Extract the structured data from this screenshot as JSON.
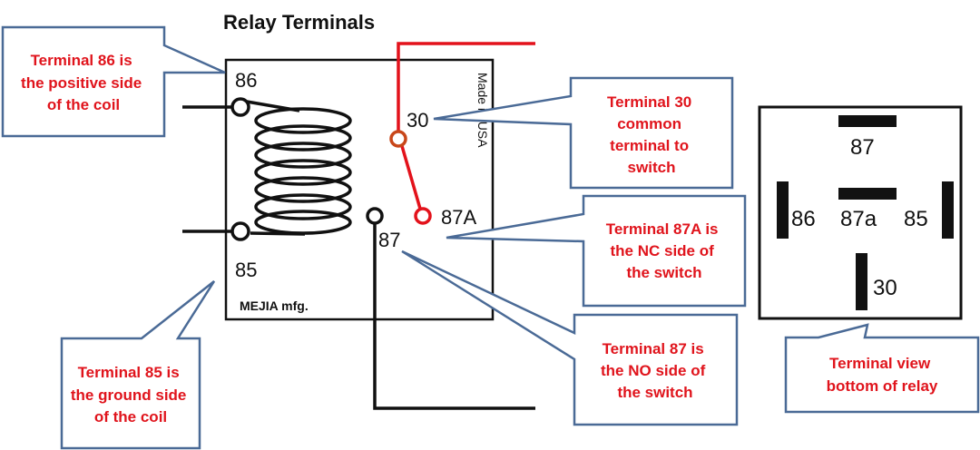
{
  "title": "Relay Terminals",
  "relay": {
    "terminals": {
      "t86": "86",
      "t85": "85",
      "t30": "30",
      "t87": "87",
      "t87a": "87A"
    },
    "manufacturer_label": "MEJIA mfg.",
    "origin_label": "Made in USA",
    "colors": {
      "wire": "#111111",
      "switch_wire": "#e3121b",
      "common_contact": "#c8471a",
      "callout_border": "#4a6a96",
      "callout_text": "#e0141c"
    }
  },
  "callouts": {
    "c86": {
      "lines": [
        "Terminal 86 is",
        "the positive side",
        "of the coil"
      ]
    },
    "c85": {
      "lines": [
        "Terminal 85 is",
        "the ground side",
        "of the coil"
      ]
    },
    "c30": {
      "lines": [
        "Terminal 30",
        "common",
        "terminal to",
        "switch"
      ]
    },
    "c87a": {
      "lines": [
        "Terminal 87A is",
        "the NC side of",
        "the switch"
      ]
    },
    "c87": {
      "lines": [
        "Terminal 87 is",
        "the NO side of",
        "the switch"
      ]
    },
    "cbottom": {
      "lines": [
        "Terminal view",
        "bottom of relay"
      ]
    }
  },
  "bottom_view": {
    "labels": {
      "b87": "87",
      "b86": "86",
      "b87a": "87a",
      "b85": "85",
      "b30": "30"
    }
  }
}
